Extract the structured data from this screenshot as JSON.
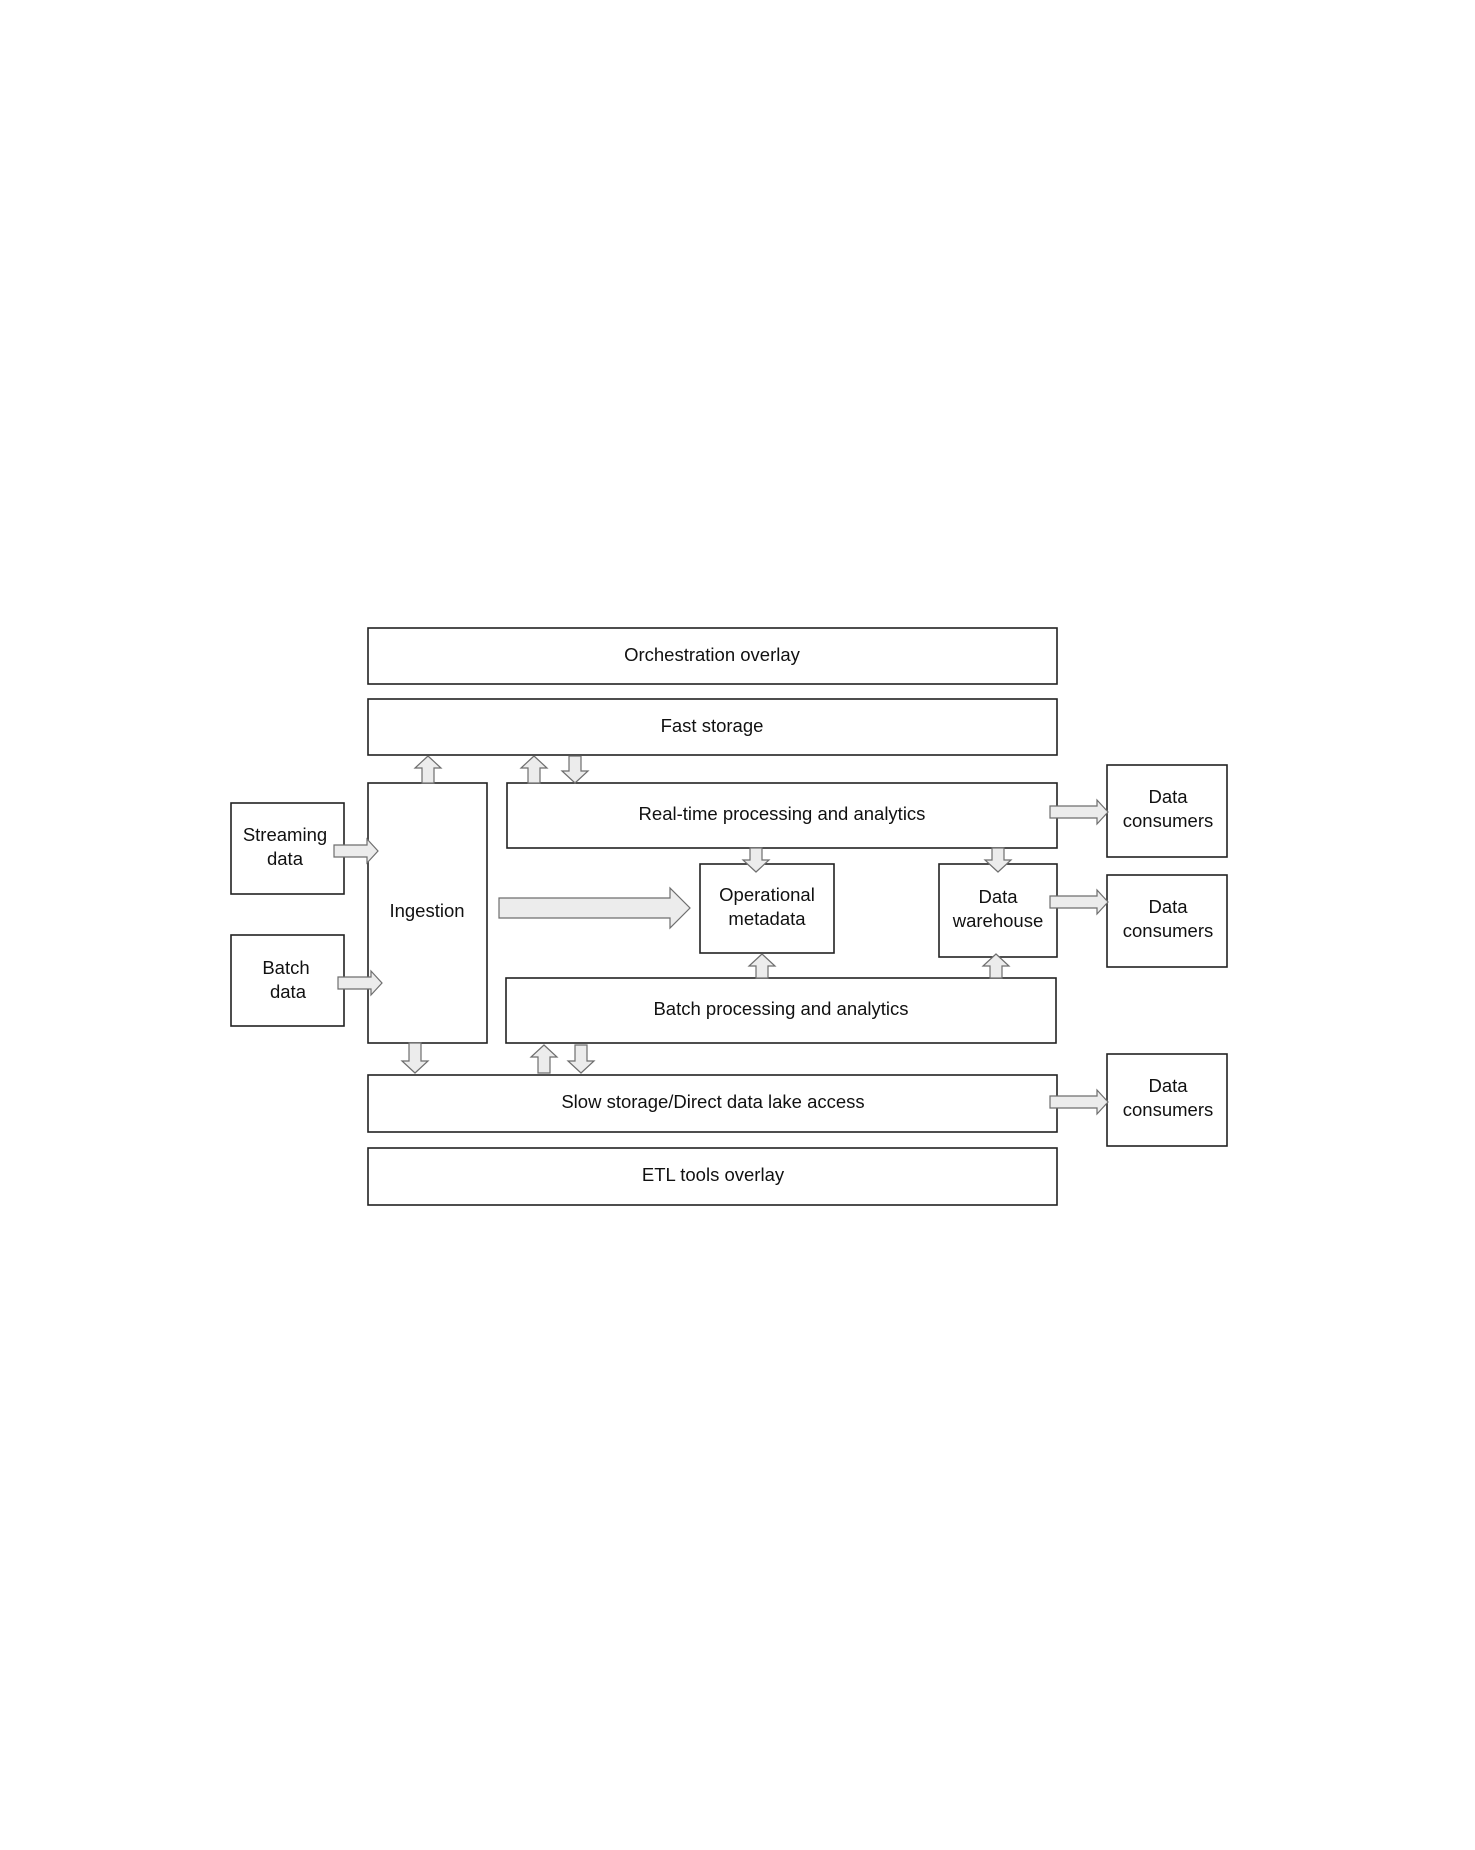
{
  "diagram": {
    "orchestration": "Orchestration overlay",
    "fast_storage": "Fast storage",
    "realtime": "Real-time processing and analytics",
    "streaming": [
      "Streaming",
      "data"
    ],
    "batch_data": [
      "Batch",
      "data"
    ],
    "ingestion": "Ingestion",
    "operational_metadata": [
      "Operational",
      "metadata"
    ],
    "data_warehouse": [
      "Data",
      "warehouse"
    ],
    "batch_processing": "Batch processing and analytics",
    "slow_storage": "Slow storage/Direct data lake access",
    "etl": "ETL tools overlay",
    "consumers_1": [
      "Data",
      "consumers"
    ],
    "consumers_2": [
      "Data",
      "consumers"
    ],
    "consumers_3": [
      "Data",
      "consumers"
    ]
  },
  "colors": {
    "box_stroke": "#222222",
    "arrow_fill": "#ececec",
    "arrow_stroke": "#6e6e6e"
  }
}
